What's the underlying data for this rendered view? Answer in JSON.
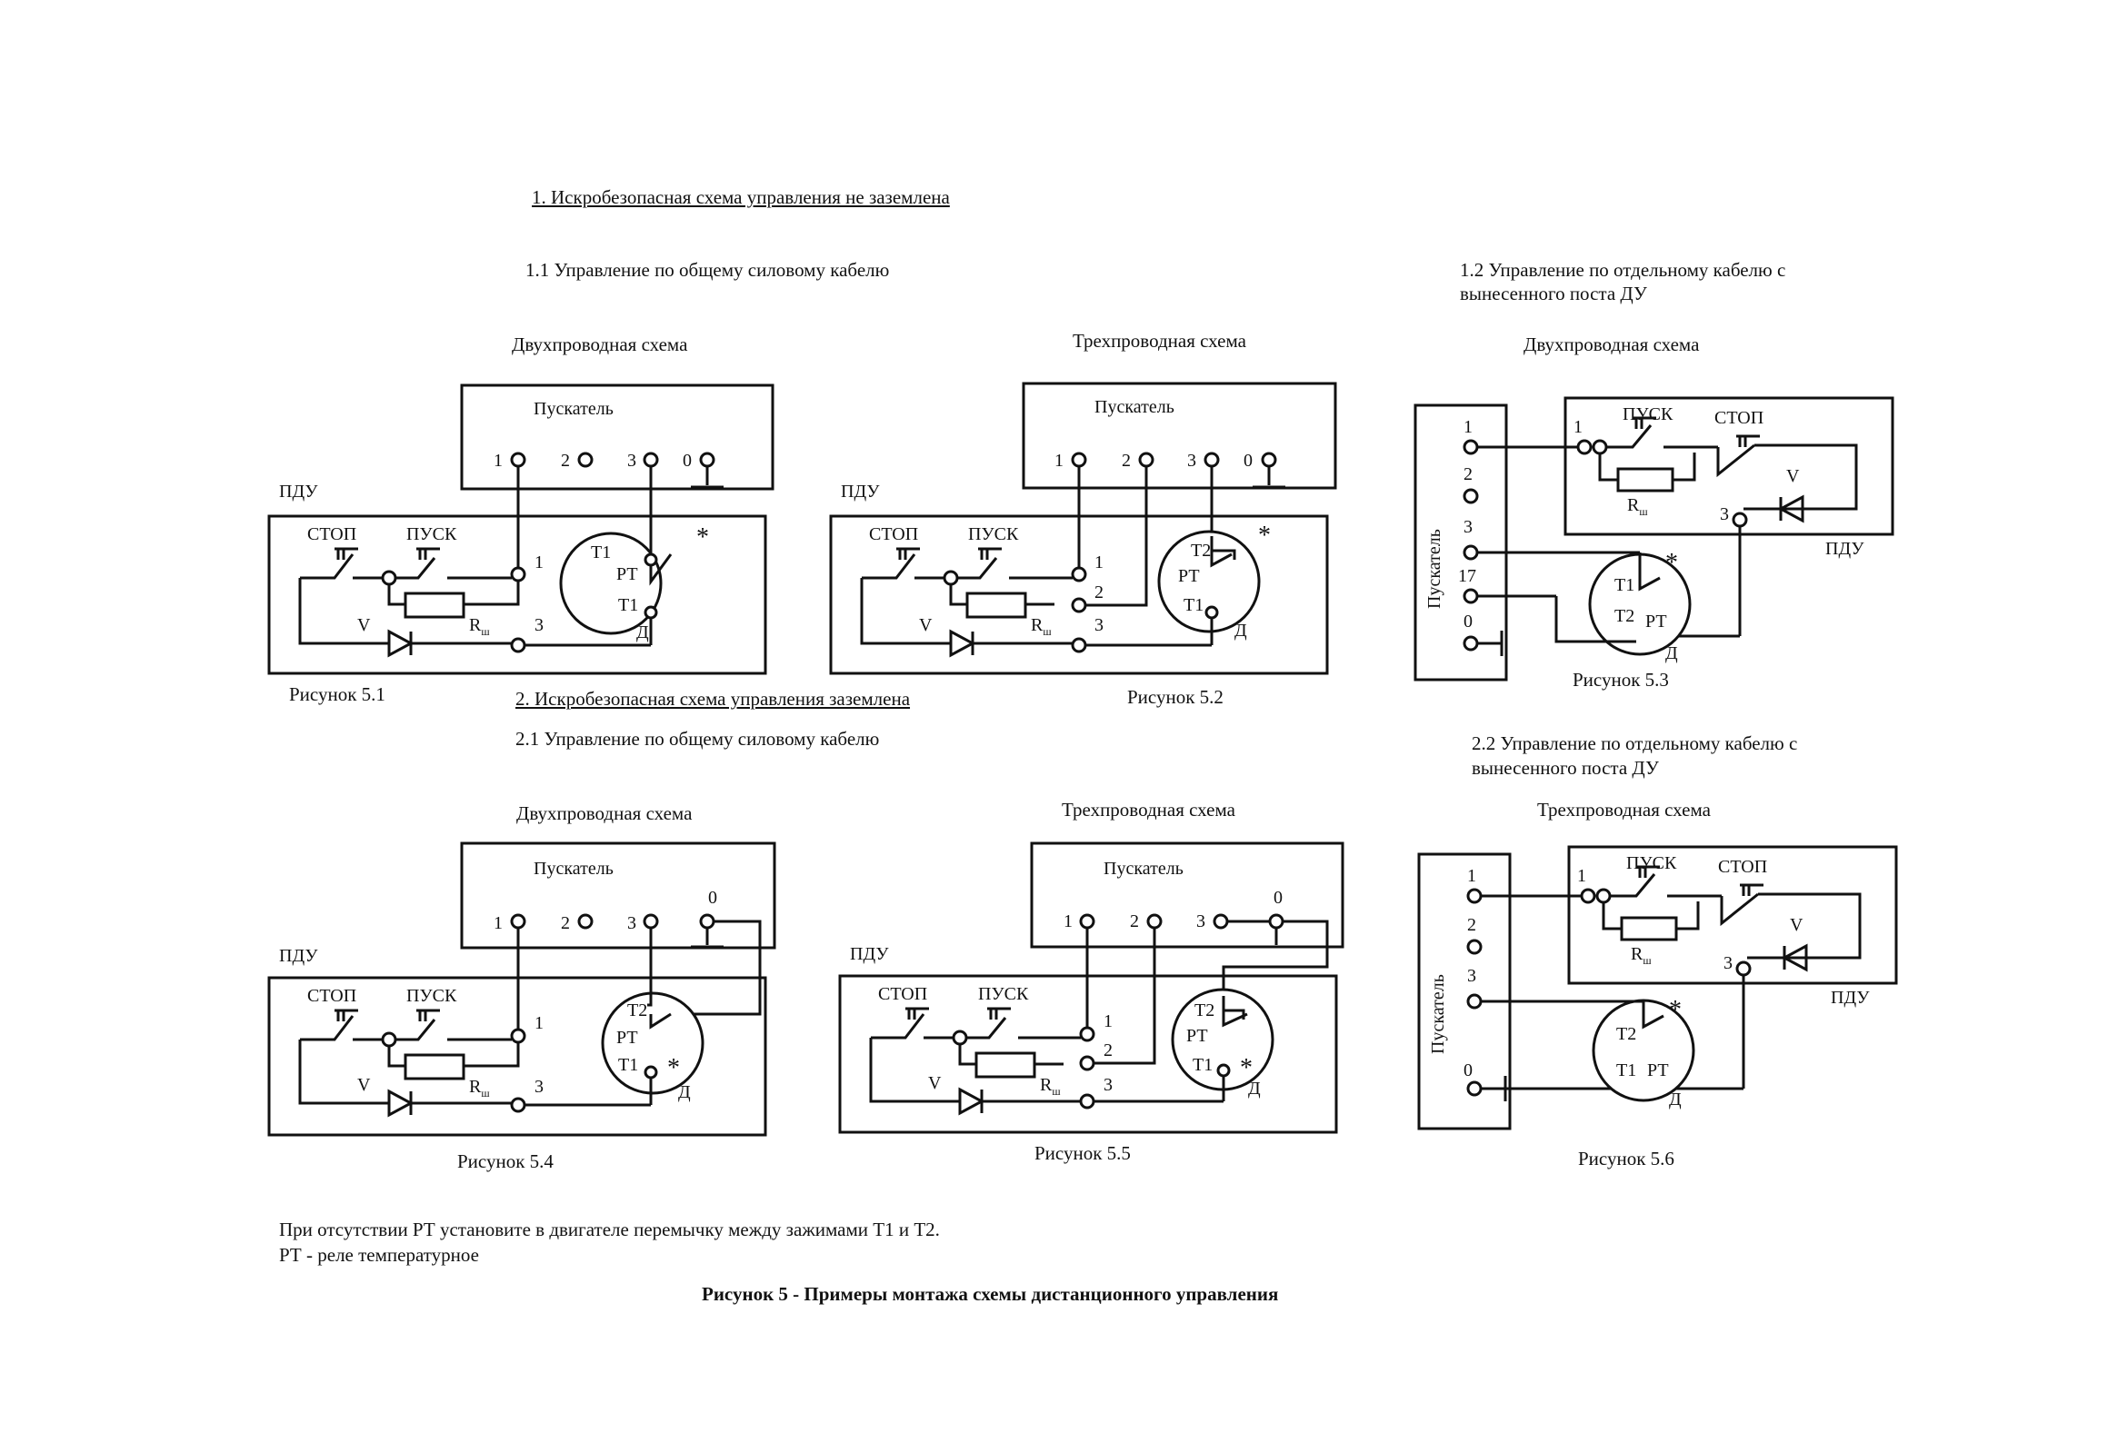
{
  "headings": {
    "section1": "1. Искробезопасная схема управления не заземлена",
    "sub11": "1.1 Управление по общему силовому кабелю",
    "sub12_line1": "1.2 Управление по отдельному кабелю с",
    "sub12_line2": "вынесенного поста ДУ",
    "section2": "2. Искробезопасная схема управления заземлена",
    "sub21": "2.1 Управление по общему силовому кабелю",
    "sub22_line1": "2.2 Управление по отдельному кабелю с",
    "sub22_line2": "вынесенного поста ДУ"
  },
  "scheme_titles": {
    "two_wire": "Двухпроводная схема",
    "three_wire": "Трехпроводная схема"
  },
  "captions": [
    "Рисунок 5.1",
    "Рисунок 5.2",
    "Рисунок 5.3",
    "Рисунок 5.4",
    "Рисунок 5.5",
    "Рисунок 5.6"
  ],
  "labels": {
    "starter": "Пускатель",
    "pdu": "ПДУ",
    "stop": "СТОП",
    "start": "ПУСК",
    "rsh": "R",
    "rsh_sub": "ш",
    "v": "V",
    "rt": "РТ",
    "t1": "Т1",
    "t2": "Т2",
    "d": "Д",
    "star": "*",
    "t0": "0",
    "t1n": "1",
    "t2n": "2",
    "t3n": "3",
    "t17": "17"
  },
  "notes": {
    "line1": "При отсутствии РТ установите в двигателе перемычку между зажимами Т1 и Т2.",
    "line2": "РТ - реле температурное"
  },
  "figure_caption": "Рисунок 5 - Примеры монтажа схемы дистанционного управления"
}
